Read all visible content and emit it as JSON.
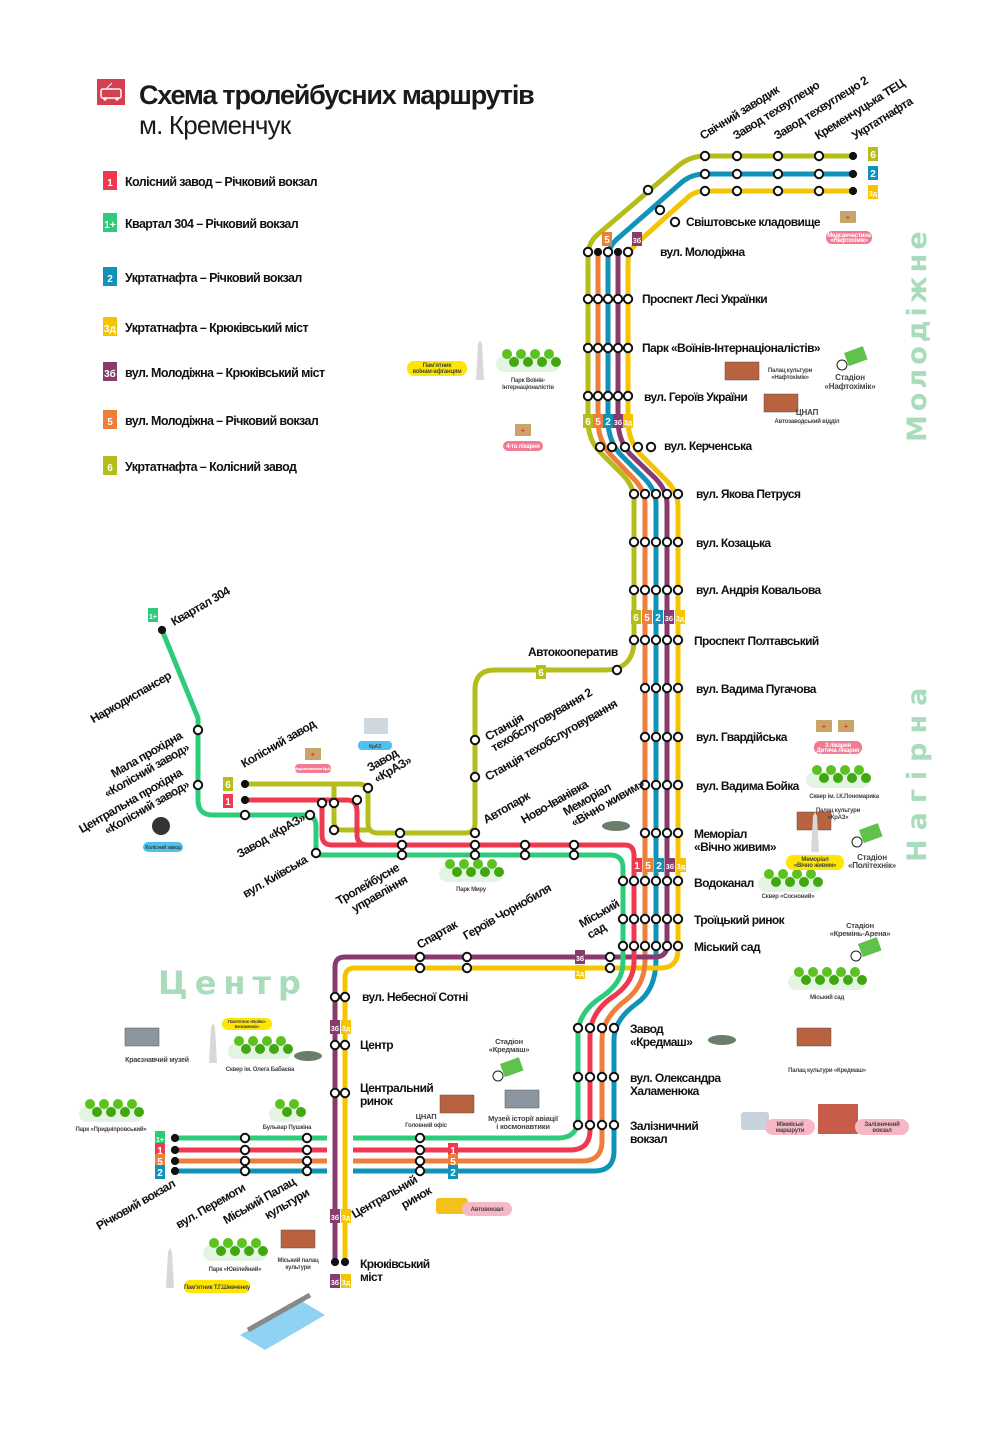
{
  "header": {
    "title": "Схема тролейбусних маршрутів",
    "subtitle": "м. Кременчук",
    "icon": "trolleybus-icon",
    "icon_color": "#d4404f"
  },
  "routes": [
    {
      "code": "1",
      "label": "Колісний завод – Річковий вокзал",
      "color": "#f0394f"
    },
    {
      "code": "1+",
      "label": "Квартал 304 – Річковий вокзал",
      "color": "#2ecc7a"
    },
    {
      "code": "2",
      "label": "Укртатнафта – Річковий вокзал",
      "color": "#0f93b8"
    },
    {
      "code": "3д",
      "label": "Укртатнафта – Крюківський міст",
      "color": "#f5c400"
    },
    {
      "code": "3б",
      "label": "вул. Молодіжна – Крюківський міст",
      "color": "#8a3b6e"
    },
    {
      "code": "5",
      "label": "вул. Молодіжна – Річковий вокзал",
      "color": "#ee7f3a"
    },
    {
      "code": "6",
      "label": "Укртатнафта – Колісний завод",
      "color": "#b5bd1b"
    }
  ],
  "districts": {
    "molodizhne": "Молодіжне",
    "nahirna": "Нагірна",
    "tsentr": "Центр"
  },
  "stations": {
    "svichnyi": "Свічний заводик",
    "tekhvuhletsiu": "Завод техвуглецю",
    "tekhvuhletsiu2": "Завод техвуглецю 2",
    "tets": "Кременчуцька ТЕЦ",
    "ukrtatnafta": "Укртатнафта",
    "svishtovske": "Свіштовське кладовище",
    "molodizhna": "вул. Молодіжна",
    "lesi": "Проспект Лесі Українки",
    "park_voiniv": "Парк «Воїнів-Інтернаціоналістів»",
    "heroiv_ukr": "вул. Героїв України",
    "kerchenska": "вул. Керченська",
    "petrusia": "вул. Якова Петруся",
    "kozatska": "вул. Козацька",
    "kovalova": "вул. Андрія Ковальова",
    "poltavskyi": "Проспект Полтавський",
    "puhachova": "вул. Вадима Пугачова",
    "hvardiiska": "вул. Гвардійська",
    "boika": "вул. Вадима Бойка",
    "memorial_1": "Меморіал",
    "memorial_2": "«Вічно живим»",
    "vodokanal": "Водоканал",
    "troitskyi": "Троїцький ринок",
    "miskyi_sad": "Міський сад",
    "kredmash_1": "Завод",
    "kredmash_2": "«Кредмаш»",
    "khalamenyuka_1": "вул. Олександра",
    "khalamenyuka_2": "Халаменюка",
    "vokzal_1": "Залізничний",
    "vokzal_2": "вокзал",
    "nebesnoi": "вул. Небесної Сотні",
    "tsentr": "Центр",
    "tsentr_rynok_1": "Центральний",
    "tsentr_rynok_2": "ринок",
    "kriukivskyi_1": "Крюківський",
    "kriukivskyi_2": "міст",
    "richkovyi": "Річковий вокзал",
    "peremohy": "вул. Перемоги",
    "palats_1": "Міський Палац",
    "palats_2": "культури",
    "avtokooperatyv": "Автокооператив",
    "kvartal": "Квартал 304",
    "narko": "Наркодиспансер",
    "mala_1": "Мала прохідна",
    "mala_2": "«Колісний завод»",
    "tsentr_prokh_1": "Центральна прохідна",
    "tsentr_prokh_2": "«Колісний завод»",
    "kolisnyi": "Колісний завод",
    "kraz_a_1": "Завод",
    "kraz_a_2": "«КрАЗ»",
    "kraz_b": "Завод «КрАЗ»",
    "kyivska": "вул. Київська",
    "trol_1": "Тролейбусне",
    "trol_2": "управління",
    "sto2_1": "Станція",
    "sto2_2": "техобслуговування 2",
    "sto": "Станція техобслуговування",
    "avtopark": "Автопарк",
    "novoivanivka": "Ново-Іванівка",
    "mem_w_1": "Меморіал",
    "mem_w_2": "«Вічно живим»",
    "spartak": "Спартак",
    "chornobylia": "Героїв Чорнобиля",
    "sad_w_1": "Міський",
    "sad_w_2": "сад"
  },
  "landmarks": {
    "afhantsi_1": "Пам'ятник",
    "afhantsi_2": "воїнам-афганцям",
    "park_voiniv_1": "Парк Воїнів-",
    "park_voiniv_2": "Інтернаціоналістів",
    "likarnia4": "4-та лікарня",
    "medsan_naft_1": "Медсанчастина",
    "medsan_naft_2": "«Нафтохімік»",
    "pk_naft_1": "Палац культури",
    "pk_naft_2": "«Нафтохімік»",
    "stad_naft_1": "Стадіон",
    "stad_naft_2": "«Нафтохімік»",
    "tsnap_a_1": "ЦНАП",
    "tsnap_a_2": "Автозаводський відділ",
    "likarnia3_1": "3 лікарня",
    "likarnia3_2": "Дитяча лікарня",
    "skver_ponomarka": "Сквер ім. І.К.Пономарика",
    "pk_kraz_1": "Палац культури",
    "pk_kraz_2": "«КрАЗ»",
    "mem_1": "Меморіал",
    "mem_2": "«Вічно живим»",
    "stad_polit_1": "Стадіон",
    "stad_polit_2": "«Політехнік»",
    "skver_sosn": "Сквер «Сосновий»",
    "stad_kremin_1": "Стадіон",
    "stad_kremin_2": "«Кремінь-Арена»",
    "sad": "Міський сад",
    "pk_kredmash": "Палац культури «Кредмаш»",
    "mizhmiski_1": "Міжміські",
    "mizhmiski_2": "маршрути",
    "zaliznychnyi_1": "Залізничний",
    "zaliznychnyi_2": "вокзал",
    "stad_kredmash_1": "Стадіон",
    "stad_kredmash_2": "«Кредмаш»",
    "muzei_av_1": "Музей історії авіації",
    "muzei_av_2": "і космонавтики",
    "tsnap_h_1": "ЦНАП",
    "tsnap_h_2": "Головний офіс",
    "avtovokzal": "Автовокзал",
    "kraieznavchyi": "Краєзнавчий музей",
    "pam_boiko_1": "Пам'ятник «Бойко-",
    "pam_boiko_2": "Безименко»",
    "skver_babaieva": "Сквер ім. Олега Бабаєва",
    "park_prydn": "Парк «Придніпровський»",
    "bulvar": "Бульвар Пушкіна",
    "park_yuvil": "Парк «Ювілейний»",
    "mpk_1": "Міський палац",
    "mpk_2": "культури",
    "shevchenko": "Пам'ятник Т.Г.Шевченку",
    "park_myru": "Парк Миру",
    "kolisnyi": "Колісний завод",
    "kraz": "КрАЗ",
    "medsan_kraz": "Медсанчастина КрАЗ"
  }
}
